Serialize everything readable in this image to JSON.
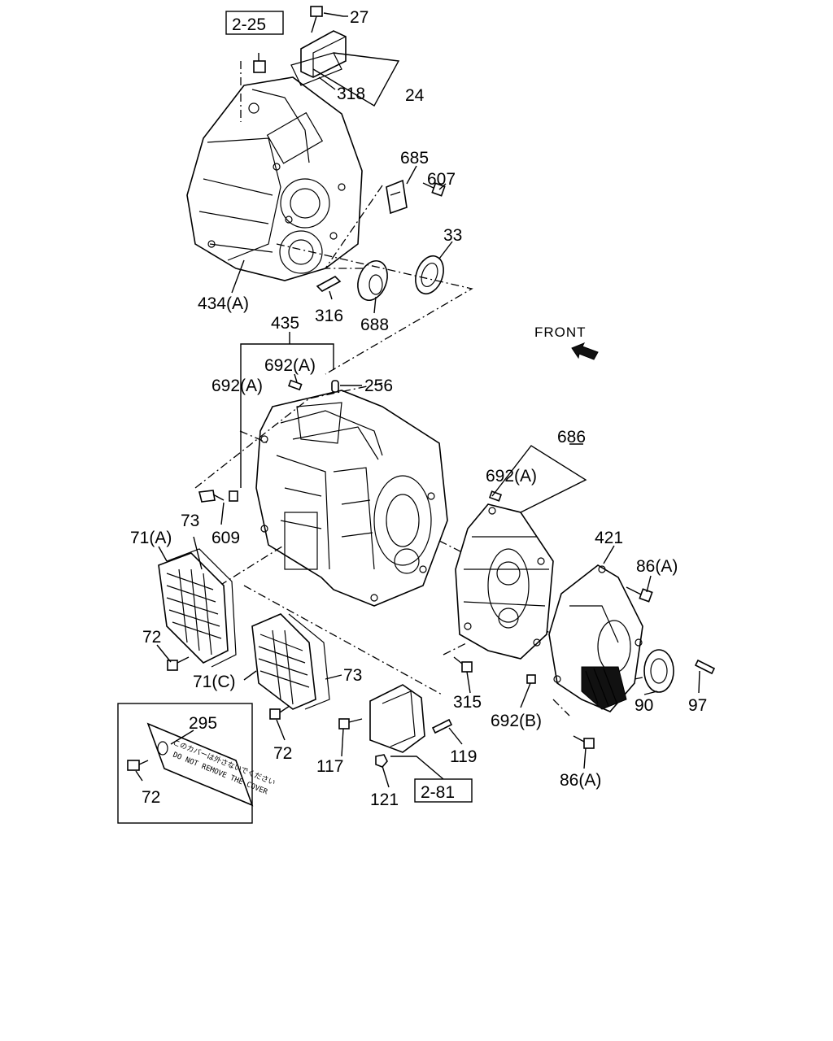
{
  "diagram": {
    "orientation_label": "FRONT",
    "references": [
      {
        "id": "ref-2-25",
        "text": "2-25"
      },
      {
        "id": "ref-2-81",
        "text": "2-81"
      }
    ],
    "callouts": [
      {
        "id": "c27",
        "text": "27"
      },
      {
        "id": "c24",
        "text": "24"
      },
      {
        "id": "c318",
        "text": "318"
      },
      {
        "id": "c685",
        "text": "685"
      },
      {
        "id": "c607",
        "text": "607"
      },
      {
        "id": "c33",
        "text": "33"
      },
      {
        "id": "c434a",
        "text": "434(A)"
      },
      {
        "id": "c316",
        "text": "316"
      },
      {
        "id": "c688",
        "text": "688"
      },
      {
        "id": "c435",
        "text": "435"
      },
      {
        "id": "c692a1",
        "text": "692(A)"
      },
      {
        "id": "c692a2",
        "text": "692(A)"
      },
      {
        "id": "c256",
        "text": "256"
      },
      {
        "id": "c686",
        "text": "686"
      },
      {
        "id": "c692a3",
        "text": "692(A)"
      },
      {
        "id": "c609",
        "text": "609"
      },
      {
        "id": "c73a",
        "text": "73"
      },
      {
        "id": "c71a",
        "text": "71(A)"
      },
      {
        "id": "c421",
        "text": "421"
      },
      {
        "id": "c86a1",
        "text": "86(A)"
      },
      {
        "id": "c72a",
        "text": "72"
      },
      {
        "id": "c71c",
        "text": "71(C)"
      },
      {
        "id": "c73b",
        "text": "73"
      },
      {
        "id": "c315",
        "text": "315"
      },
      {
        "id": "c692b",
        "text": "692(B)"
      },
      {
        "id": "c90",
        "text": "90"
      },
      {
        "id": "c97",
        "text": "97"
      },
      {
        "id": "c295",
        "text": "295"
      },
      {
        "id": "c72b",
        "text": "72"
      },
      {
        "id": "c117",
        "text": "117"
      },
      {
        "id": "c119",
        "text": "119"
      },
      {
        "id": "c121",
        "text": "121"
      },
      {
        "id": "c86a2",
        "text": "86(A)"
      },
      {
        "id": "c72c",
        "text": "72"
      }
    ],
    "label_plate": {
      "japanese_text": "このカバーは外さないでください",
      "english_text": "DO NOT REMOVE THE COVER"
    }
  }
}
